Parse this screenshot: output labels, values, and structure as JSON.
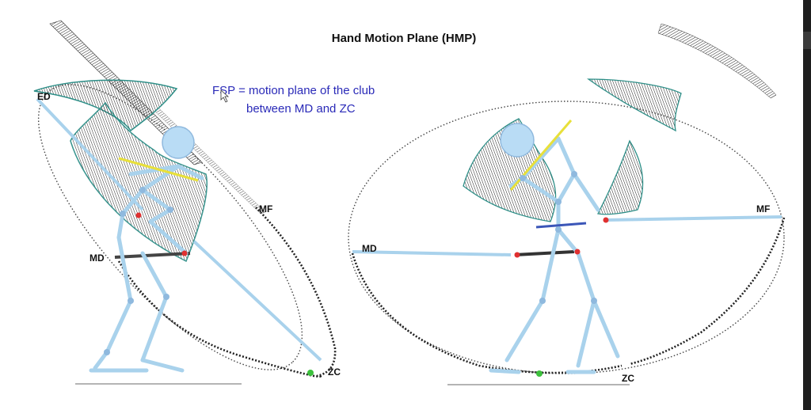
{
  "title": "Hand Motion Plane (HMP)",
  "note": {
    "line1": "FSP = motion plane of the club",
    "line2": "between MD and ZC"
  },
  "left_labels": {
    "ed": "ED",
    "mf": "MF",
    "md": "MD",
    "zc": "ZC"
  },
  "right_labels": {
    "md": "MD",
    "mf": "MF",
    "zc": "ZC"
  },
  "colors": {
    "skeleton": "#a9d2ec",
    "skeleton_outline": "#6b8aa0",
    "joint": "#8fb9de",
    "head": "#b9dcf5",
    "shoulder_line": "#e8e03a",
    "hip_line": "#3b56b8",
    "trace": "#333333",
    "ribbon_edge": "#2e8f88",
    "marker_green": "#3cc03c",
    "marker_red": "#e03030"
  }
}
